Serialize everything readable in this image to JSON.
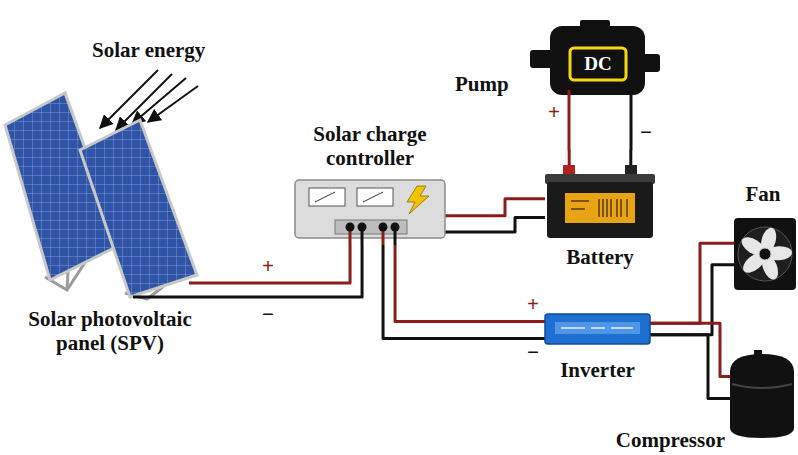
{
  "diagram": {
    "nodes": [
      {
        "text": [
          "Solar photovoltaic panel (SPV)"
        ]
      },
      {
        "text": [
          "Solar charge controller"
        ]
      },
      {
        "text": [
          "Pump",
          "DC"
        ]
      },
      {
        "text": [
          "Battery"
        ]
      },
      {
        "text": [
          "Inverter"
        ]
      },
      {
        "text": [
          "Fan"
        ]
      },
      {
        "text": [
          "Compressor"
        ]
      }
    ],
    "edges": [
      {
        "from": 0,
        "to": 1,
        "arrow": "none"
      },
      {
        "from": 1,
        "to": 3,
        "arrow": "none"
      },
      {
        "from": 3,
        "to": 2,
        "arrow": "none"
      },
      {
        "from": 1,
        "to": 4,
        "arrow": "none"
      },
      {
        "from": 4,
        "to": 5,
        "arrow": "none"
      },
      {
        "from": 4,
        "to": 6,
        "arrow": "none"
      }
    ],
    "labels": [
      "Solar energy",
      "+",
      "−",
      "+",
      "−",
      "+",
      "−"
    ]
  }
}
